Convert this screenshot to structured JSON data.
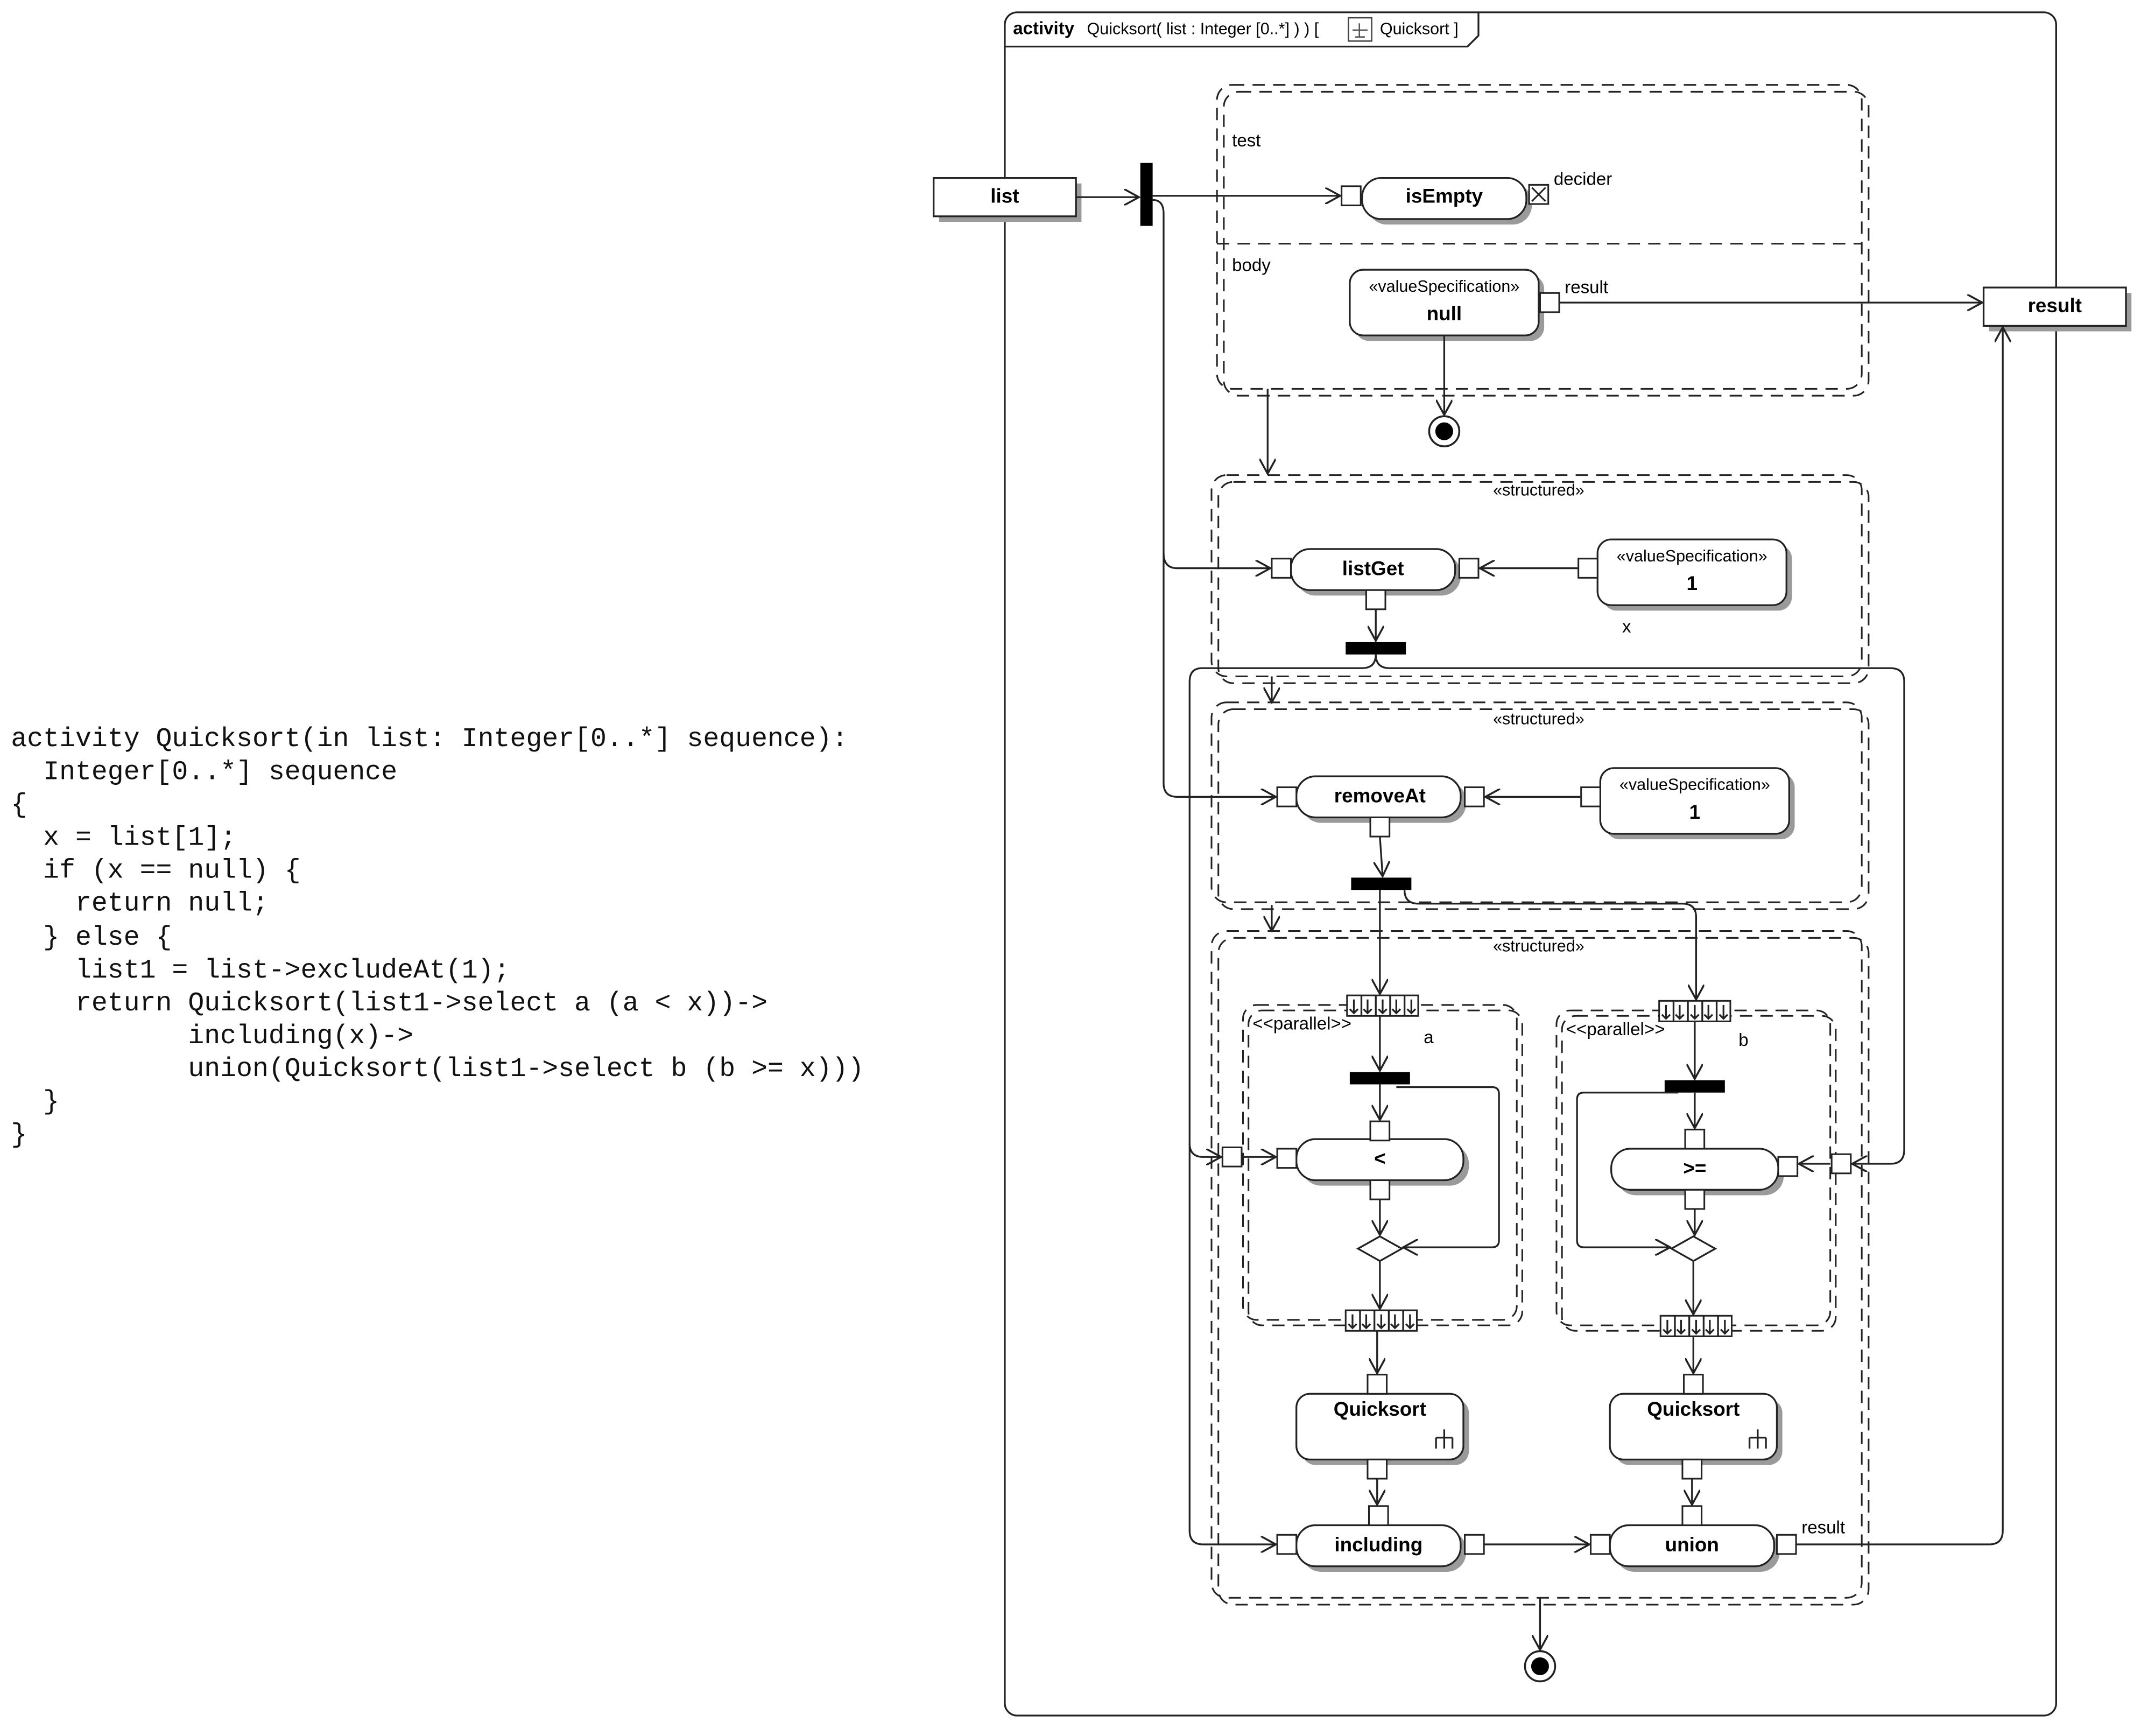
{
  "code": [
    "activity Quicksort(in list: Integer[0..*] sequence):",
    "  Integer[0..*] sequence",
    "{",
    "  x = list[1];",
    "  if (x == null) {",
    "    return null;",
    "  } else {",
    "    list1 = list->excludeAt(1);",
    "    return Quicksort(list1->select a (a < x))->",
    "           including(x)->",
    "           union(Quicksort(list1->select b (b >= x)))",
    "  }",
    "}"
  ],
  "frame": {
    "keyword": "activity",
    "signature": "Quicksort( list : Integer [0..*] ) ) [",
    "behavior": "Quicksort ]"
  },
  "params": {
    "input": "list",
    "output": "result"
  },
  "conditional": {
    "test_label": "test",
    "body_label": "body",
    "decider_label": "decider",
    "result_pin_label": "result"
  },
  "actions": {
    "isEmpty": "isEmpty",
    "null_stereotype": "«valueSpecification»",
    "null_name": "null",
    "listGet": "listGet",
    "one_a_stereotype": "«valueSpecification»",
    "one_a_name": "1",
    "removeAt": "removeAt",
    "one_b_stereotype": "«valueSpecification»",
    "one_b_name": "1",
    "less": "<",
    "gte": ">=",
    "quicksort_a": "Quicksort",
    "quicksort_b": "Quicksort",
    "including": "including",
    "union": "union"
  },
  "structured": {
    "stereotype_1": "«structured»",
    "stereotype_2": "«structured»",
    "stereotype_3": "«structured»"
  },
  "regions": {
    "parallel_a": "<<parallel>>",
    "parallel_b": "<<parallel>>",
    "a_label": "a",
    "b_label": "b"
  },
  "labels": {
    "x_label": "x",
    "union_result_label": "result"
  }
}
